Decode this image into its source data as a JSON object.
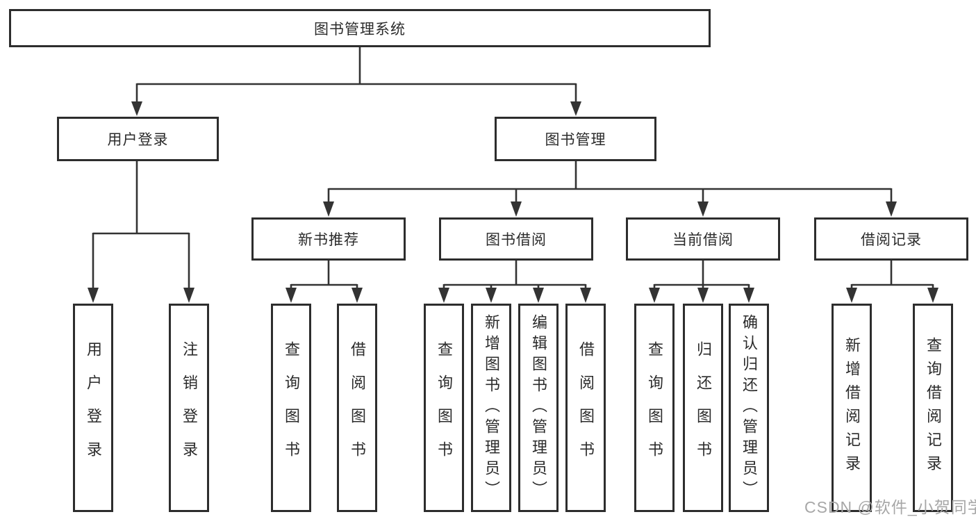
{
  "diagram": {
    "root_label": "图书管理系统",
    "branches": [
      {
        "label": "用户登录",
        "children": [
          {
            "label": "用户登录"
          },
          {
            "label": "注销登录"
          }
        ]
      },
      {
        "label": "图书管理",
        "children": [
          {
            "label": "新书推荐",
            "children": [
              {
                "label": "查询图书"
              },
              {
                "label": "借阅图书"
              }
            ]
          },
          {
            "label": "图书借阅",
            "children": [
              {
                "label": "查询图书"
              },
              {
                "label": "新增图书（管理员）"
              },
              {
                "label": "编辑图书（管理员）"
              },
              {
                "label": "借阅图书"
              }
            ]
          },
          {
            "label": "当前借阅",
            "children": [
              {
                "label": "查询图书"
              },
              {
                "label": "归还图书"
              },
              {
                "label": "确认归还（管理员）"
              }
            ]
          },
          {
            "label": "借阅记录",
            "children": [
              {
                "label": "新增借阅记录"
              },
              {
                "label": "查询借阅记录"
              }
            ]
          }
        ]
      }
    ]
  },
  "watermark": {
    "text": "CSDN @软件_小贺同学"
  },
  "colors": {
    "background": "#ffffff",
    "box_border": "#2d2d2d",
    "line": "#333333",
    "text": "#2b2b2b",
    "watermark": "#a7a7a7"
  }
}
